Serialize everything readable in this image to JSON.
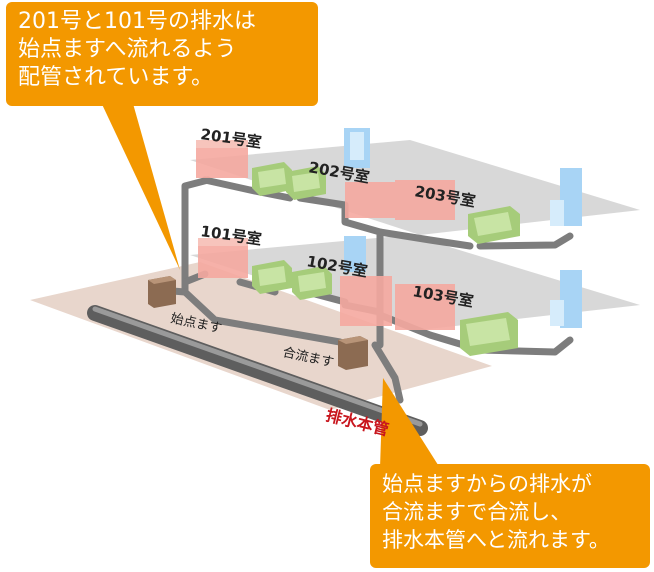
{
  "callouts": {
    "top": [
      "201号と101号の排水は",
      "始点ますへ流れるよう",
      "配管されています。"
    ],
    "bottom": [
      "始点ますからの排水が",
      "合流ますで合流し、",
      "排水本管へと流れます。"
    ]
  },
  "rooms": {
    "r201": "201号室",
    "r202": "202号室",
    "r203": "203号室",
    "r101": "101号室",
    "r102": "102号室",
    "r103": "103号室"
  },
  "labels": {
    "start_masu": "始点ます",
    "merge_masu": "合流ます",
    "main_pipe": "排水本管"
  },
  "colors": {
    "callout_orange": "#f39800",
    "bath_pink": "#f5a9a0",
    "sink_green": "#b5d98a",
    "toilet_blue": "#a8d4f5",
    "pipe_gray": "#7d7d7d",
    "ground_tan": "#e8d6cc",
    "main_pipe_label": "#c8161e"
  }
}
